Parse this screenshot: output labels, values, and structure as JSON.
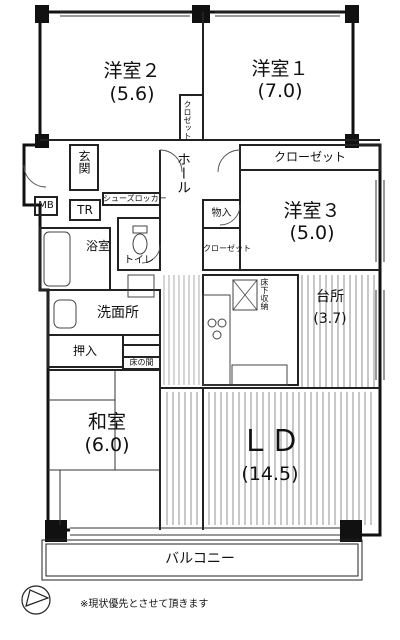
{
  "rooms": {
    "bedroom2": {
      "name": "洋室２",
      "size": "(5.6)"
    },
    "bedroom1": {
      "name": "洋室１",
      "size": "(7.0)"
    },
    "bedroom3": {
      "name": "洋室３",
      "size": "(5.0)"
    },
    "washitsu": {
      "name": "和室",
      "size": "(6.0)"
    },
    "ld": {
      "name": "ＬＤ",
      "size": "(14.5)"
    },
    "kitchen": {
      "name": "台所",
      "size": "(3.7)"
    }
  },
  "labels": {
    "closet_small": "クロゼット",
    "genkan": "玄関",
    "hall": "ホール",
    "closet_long": "クローゼット",
    "shoes_locker": "シューズロッカー",
    "mb": "MB",
    "tr": "TR",
    "store": "物入",
    "closet_mid": "クローゼット",
    "bath": "浴室",
    "toilet": "トイレ",
    "floor_storage": "床下収納",
    "washroom": "洗面所",
    "oshiire": "押入",
    "tokonoma": "床の間",
    "balcony": "バルコニー",
    "note": "※現状優先とさせて頂きます"
  }
}
